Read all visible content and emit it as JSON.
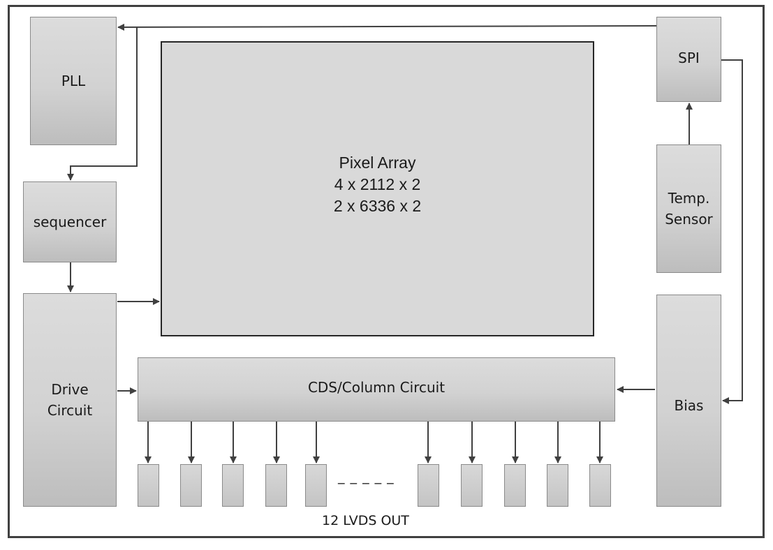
{
  "blocks": {
    "pll": "PLL",
    "sequencer": "sequencer",
    "drive": "Drive\nCircuit",
    "pixel_array": {
      "line1": "Pixel Array",
      "line2": "4 x 2112 x 2",
      "line3": "2 x 6336 x 2"
    },
    "cds": "CDS/Column Circuit",
    "spi": "SPI",
    "temp": "Temp.\nSensor",
    "bias": "Bias"
  },
  "output": {
    "label": "12 LVDS OUT",
    "ellipsis": "_ _ _ _ _"
  },
  "colors": {
    "border": "#404040",
    "block_fill": "#d4d4d4",
    "arrow": "#404040"
  }
}
